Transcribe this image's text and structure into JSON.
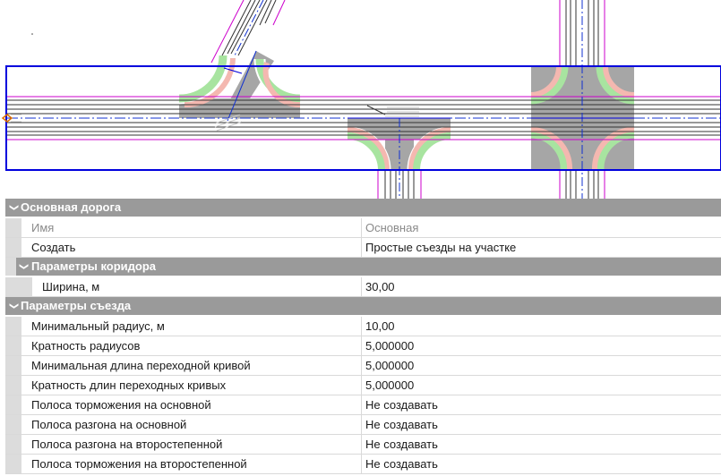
{
  "sections": {
    "main_road": {
      "title": "Основная дорога"
    },
    "corridor": {
      "title": "Параметры коридора"
    },
    "exit": {
      "title": "Параметры съезда"
    }
  },
  "rows": {
    "name": {
      "label": "Имя",
      "value": "Основная"
    },
    "create": {
      "label": "Создать",
      "value": "Простые съезды на участке"
    },
    "width": {
      "label": "Ширина, м",
      "value": "30,00"
    },
    "min_radius": {
      "label": "Минимальный радиус, м",
      "value": "10,00"
    },
    "radius_ratio": {
      "label": "Кратность радиусов",
      "value": "5,000000"
    },
    "min_transition": {
      "label": "Минимальная длина переходной кривой",
      "value": "5,000000"
    },
    "transition_ratio": {
      "label": "Кратность длин переходных кривых",
      "value": "5,000000"
    },
    "brake_main": {
      "label": "Полоса торможения на основной",
      "value": "Не создавать"
    },
    "accel_main": {
      "label": "Полоса разгона на основной",
      "value": "Не создавать"
    },
    "accel_secondary": {
      "label": "Полоса разгона на второстепенной",
      "value": "Не создавать"
    },
    "brake_secondary": {
      "label": "Полоса торможения на второстепенной",
      "value": "Не создавать"
    }
  },
  "icons": {
    "section_toggle": "chevron-down-icon"
  },
  "colors": {
    "section_header_bg": "#9a9a9a",
    "corridor_outline": "#0000dd",
    "road_edge": "#cc00cc",
    "curb_green": "#a8e4a0",
    "curb_pink": "#f4b8b0",
    "intersection_fill": "#a6a6a6"
  }
}
